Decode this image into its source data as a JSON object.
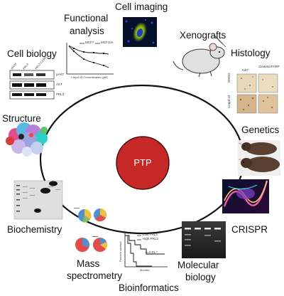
{
  "center": {
    "label": "PTP",
    "fill": "#c62828"
  },
  "colors": {
    "ring_stroke": "#111111",
    "center_fill": "#c62828",
    "cell_glow": "#ffe100",
    "mouse_fill": "#e0e0e0"
  },
  "nodes": {
    "cell_imaging": {
      "label": "Cell imaging"
    },
    "functional_analysis": {
      "label_line1": "Functional",
      "label_line2": "analysis",
      "legend": [
        "MCF7",
        "MCF10A"
      ],
      "xlabel": "Cmpd 43 Concentration (µM)"
    },
    "xenografts": {
      "label": "Xenografts"
    },
    "cell_biology": {
      "label": "Cell biology",
      "blot_rows": [
        "pAKT",
        "AKT",
        "PRL3"
      ]
    },
    "histology": {
      "label": "Histology",
      "col_labels": [
        "Ki67",
        "Cleaved PARP"
      ],
      "row_labels": [
        "DMSO",
        "Cmpd 43"
      ]
    },
    "structure": {
      "label": "Structure"
    },
    "genetics": {
      "label": "Genetics"
    },
    "biochemistry": {
      "label": "Biochemistry"
    },
    "crispr": {
      "label": "CRISPR"
    },
    "mass_spectrometry": {
      "label_line1": "Mass",
      "label_line2": "spectrometry"
    },
    "molecular_biology": {
      "label_line1": "Molecular",
      "label_line2": "biology"
    },
    "bioinformatics": {
      "label": "Bioinformatics",
      "legend": [
        "Low PRL3",
        "High PRL3"
      ],
      "pvalue": "p=0.01 *",
      "xlabel": "Months",
      "ylabel": "Percent survival"
    }
  }
}
